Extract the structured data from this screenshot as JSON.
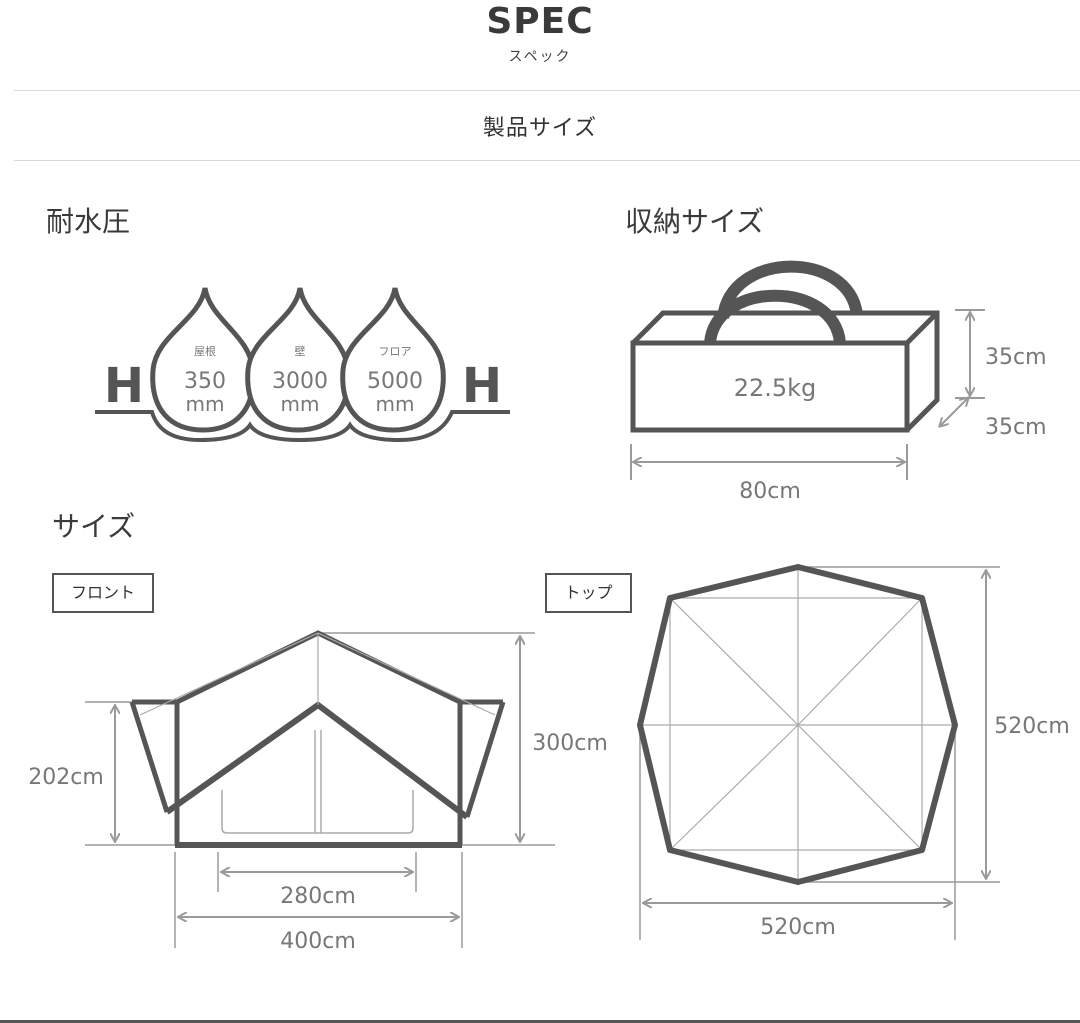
{
  "header": {
    "title": "SPEC",
    "subtitle": "スペック",
    "section_title": "製品サイズ"
  },
  "waterproof": {
    "heading": "耐水圧",
    "h_left": "H",
    "h_right": "H",
    "drops": [
      {
        "label": "屋根",
        "value": "350",
        "unit": "mm"
      },
      {
        "label": "壁",
        "value": "3000",
        "unit": "mm"
      },
      {
        "label": "フロア",
        "value": "5000",
        "unit": "mm"
      }
    ]
  },
  "storage": {
    "heading": "収納サイズ",
    "weight": "22.5kg",
    "height": "35cm",
    "depth": "35cm",
    "width": "80cm"
  },
  "size": {
    "heading": "サイズ",
    "front": {
      "tag": "フロント",
      "side_height": "202cm",
      "total_height": "300cm",
      "door_width": "280cm",
      "total_width": "400cm"
    },
    "top": {
      "tag": "トップ",
      "depth": "520cm",
      "width": "520cm"
    }
  },
  "colors": {
    "outline": "#555555",
    "dimension": "#9a9a9a",
    "thin_line": "#a0a0a0",
    "text": "#444444"
  }
}
